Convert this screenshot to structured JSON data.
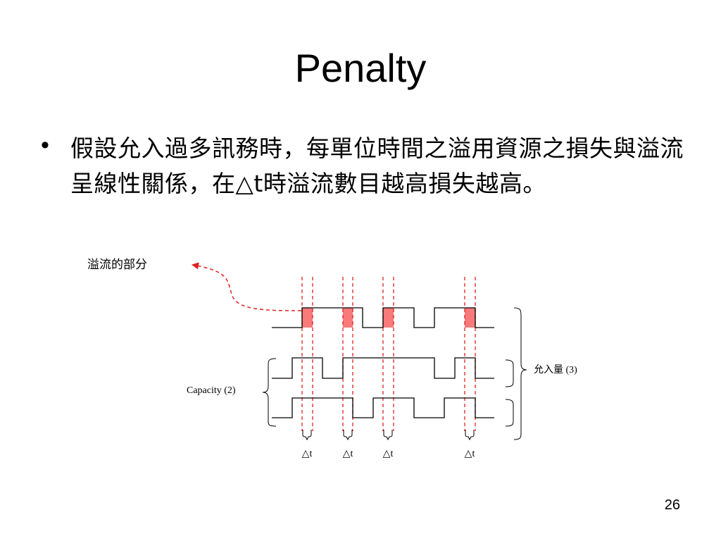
{
  "slide": {
    "title": "Penalty",
    "bullet_symbol": "•",
    "bullet_text": "假設允入過多訊務時，每單位時間之溢用資源之損失與溢流呈線性關係，在△t時溢流數目越高損失越高。",
    "page_number": "26"
  },
  "diagram": {
    "overflow_label": "溢流的部分",
    "capacity_label": "Capacity (2)",
    "admitted_label": "允入量 (3)",
    "delta_t_label": "△t",
    "colors": {
      "overflow_fill": "#f87a7a",
      "dashed_line": "#e02020",
      "signal_line": "#000000"
    }
  }
}
